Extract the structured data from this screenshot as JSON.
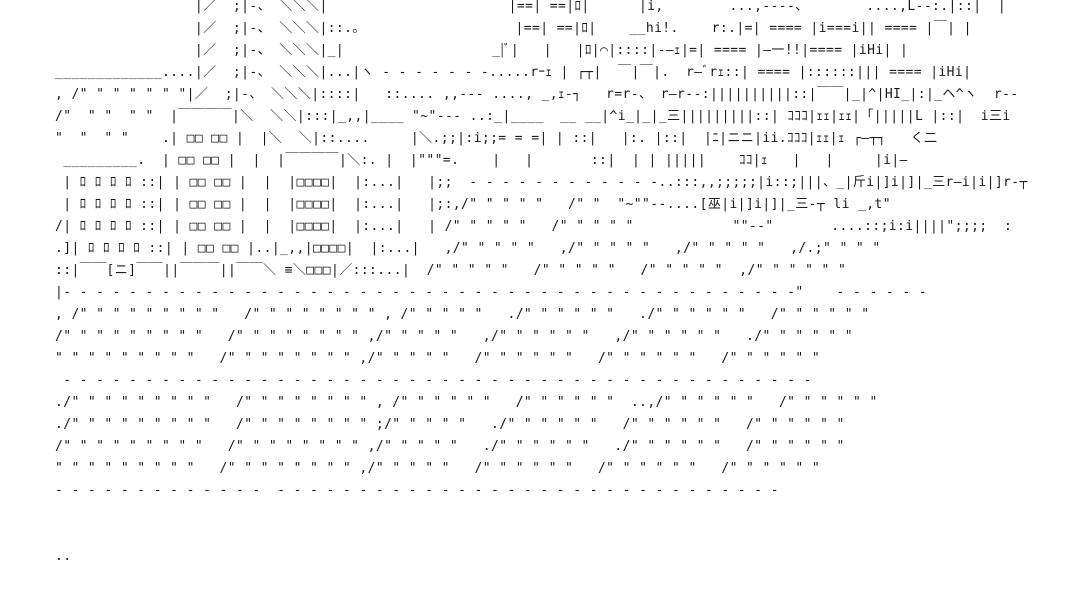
{
  "scene": {
    "background_color": "#ffffff",
    "text_color": "#1a1a1a",
    "lines": [
      "                 |／  ;|-、 ＼＼＼|                      |==| ==|ﾛ|      |i,        ...,----、       ....,L--:.|::|  |",
      "                 |／  ;|-、 ＼＼＼|::.｡                   |==| ==|ﾛ|    __hi!.    r:.|=| ==== |i===i|| ==== |￣| |",
      "                 |／  ;|-、 ＼＼＼|_|                  _|ﾞ|   |   |ﾛ|⌒|::::|-―ｪ|=| ==== |―一!!|==== |iHi| |",
      "_____________....|／  ;|-、 ＼＼＼|...|ヽ - - - - - - -.....rｰｪ | ┌┬|  ￣|￣|.  r―ﾞrｪ::| ==== |::::::||| ==== |iHi|",
      ", /\" \" \" \" \" \" \"|／  ;|-、 ＼＼＼|::::|   ::.... ,,--- ...., _,ｪ-┐   r=r-、 r―r--:||||||||||::|￣￣|_|^|HI_|:|_ヘ^ヽ  r--",
      "/\"  \" \"  \" \"  |￣￣￣￣|＼  ＼＼|:::|_,,|____ \"~\"--- ..:_|____  __ __|^i_|_|_三|||||||||::| ｺｺｺ|ｪｪ|ｪｪ|「|||||L |::|  i三i",
      "\"  \"  \" \"    .| □□ □□ |  |＼  ＼|::....     |＼.;;|:i;;= = =| | ::|   |:. |::|  |ﾆ|ニニ|ii.ｺｺｺ|ｪｪ|ｪ ┌―┬┐   く二",
      " _________.  | □□ □□ |  |  |￣￣￣￣|＼:. |  |\"\"\"=.    |   |       ::|  | | |||||    ｺｺ|ｪ   |   |     |i|―",
      " | ﾛ ﾛ ﾛ ﾛ ::| | □□ □□ |  |  |□□□□|  |:...|   |;;  - - - - - - - - - - - -..:::,,;;;;;|i::;|||、_|斤i|]i|]|_三r―i|i|]r-┬",
      " | ﾛ ﾛ ﾛ ﾛ ::| | □□ □□ |  |  |□□□□|  |:...|   |;:,/\" \" \" \" \"   /\" \"  \"~\"\"--....[巫|i|]i|]|_三-┬ li _,t\"",
      "/| ﾛ ﾛ ﾛ ﾛ ::| | □□ □□ |  |  |□□□□|  |:...|   | /\" \" \" \" \"   /\" \" \" \" \"            \"\"--\"       ....::;i:i||||\";;;;  :",
      ".]| ﾛ ﾛ ﾛ ﾛ ::| | □□ □□ |..|_,,|□□□□|  |:...|   ,/\" \" \" \" \"   ,/\" \" \" \" \"   ,/\" \" \" \" \"   ,/.;\" \" \" \"",
      "::|￣￣[ニ]￣￣||￣￣￣||￣￣＼ ≡＼□□□|／:::...|  /\" \" \" \" \"   /\" \" \" \" \"   /\" \" \" \" \"  ,/\" \" \" \" \" \"",
      "|- - - - - - - - - - - - - - - - - - - - - - - - - - - - - - - - - - - - - - - - - - - - -\"    - - - - - -",
      ", /\" \" \" \" \" \" \" \" \"   /\" \" \" \" \" \" \" \" , /\" \" \" \" \"   ./\" \" \" \" \" \"   ./\" \" \" \" \" \"   /\" \" \" \" \" \"",
      "/\" \" \" \" \" \" \" \" \"   /\" \" \" \" \" \" \" \" ,/\" \" \" \" \"   ,/\" \" \" \" \" \"   ,/\" \" \" \" \" \"   ./\" \" \" \" \" \"",
      "\" \" \" \" \" \" \" \" \"   /\" \" \" \" \" \" \" \" ,/\" \" \" \" \"   /\" \" \" \" \" \"   /\" \" \" \" \" \"   /\" \" \" \" \" \"",
      " - - - - - - - - - - - - - - - - - - - - - - - - - - - - - - - - - - - - - - - - - - - - - -",
      "./\" \" \" \" \" \" \" \" \"   /\" \" \" \" \" \" \" \" , /\" \" \" \" \" \"   /\" \" \" \" \" \"  ..,/\" \" \" \" \" \"   /\" \" \" \" \" \"",
      "./\" \" \" \" \" \" \" \" \"   /\" \" \" \" \" \" \" \" ;/\" \" \" \" \"   ./\" \" \" \" \" \"   /\" \" \" \" \" \"   /\" \" \" \" \" \"",
      "/\" \" \" \" \" \" \" \" \"   /\" \" \" \" \" \" \" \" ,/\" \" \" \" \"   ./\" \" \" \" \" \"   ./\" \" \" \" \" \"   /\" \" \" \" \" \"",
      "\" \" \" \" \" \" \" \" \"   /\" \" \" \" \" \" \" \" ,/\" \" \" \" \"   /\" \" \" \" \" \"   /\" \" \" \" \" \"   /\" \" \" \" \" \"",
      "- - - - - - - - - - - - -  - - - - - - - - - - - - - - - - - - - - - - - - - - - - - - -",
      "",
      "",
      ".."
    ]
  }
}
